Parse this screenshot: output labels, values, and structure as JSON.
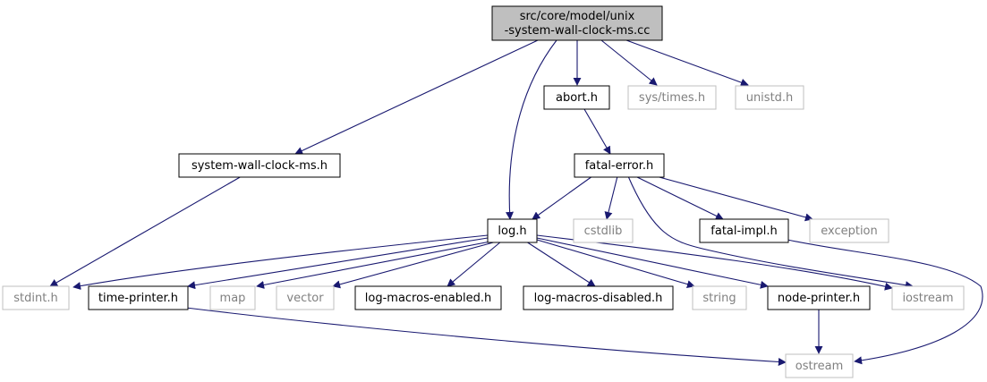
{
  "graph": {
    "root": {
      "line1": "src/core/model/unix",
      "line2": "-system-wall-clock-ms.cc"
    },
    "nodes": {
      "abort": "abort.h",
      "systimes": "sys/times.h",
      "unistd": "unistd.h",
      "syswall": "system-wall-clock-ms.h",
      "fatalerror": "fatal-error.h",
      "log": "log.h",
      "cstdlib": "cstdlib",
      "fatalimpl": "fatal-impl.h",
      "exception": "exception",
      "stdint": "stdint.h",
      "timeprinter": "time-printer.h",
      "map": "map",
      "vector": "vector",
      "logmacrosenabled": "log-macros-enabled.h",
      "logmacrosdisabled": "log-macros-disabled.h",
      "string": "string",
      "nodeprinter": "node-printer.h",
      "iostream": "iostream",
      "ostream": "ostream"
    }
  },
  "colors": {
    "edge": "#191970",
    "root_fill": "#bfbfbf",
    "external_border": "#bfbfbf",
    "external_text": "#808080"
  }
}
